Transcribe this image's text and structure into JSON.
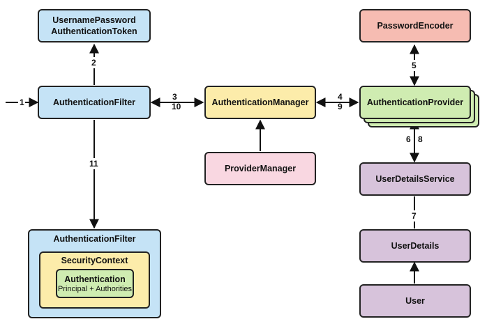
{
  "nodes": {
    "token": {
      "line1": "UsernamePassword",
      "line2": "AuthenticationToken"
    },
    "filter": {
      "label": "AuthenticationFilter"
    },
    "manager": {
      "label": "AuthenticationManager"
    },
    "provider_manager": {
      "label": "ProviderManager"
    },
    "password_encoder": {
      "label": "PasswordEncoder"
    },
    "auth_provider": {
      "label": "AuthenticationProvider"
    },
    "user_details_service": {
      "label": "UserDetailsService"
    },
    "user_details": {
      "label": "UserDetails"
    },
    "user": {
      "label": "User"
    },
    "filter_container": {
      "label": "AuthenticationFilter"
    },
    "security_context": {
      "label": "SecurityContext"
    },
    "authentication": {
      "title": "Authentication",
      "subtitle": "Principal + Authorities"
    }
  },
  "edge_labels": {
    "e1": "1",
    "e2": "2",
    "e3": "3",
    "e10": "10",
    "e4": "4",
    "e9": "9",
    "e5": "5",
    "e6": "6",
    "e8": "8",
    "e7": "7",
    "e11": "11"
  },
  "colors": {
    "blue": "#c5e3f6",
    "yellow": "#fcecaa",
    "green": "#cfecb1",
    "red": "#f6bcb2",
    "pink": "#f9d7e1",
    "purple": "#d7c3db",
    "stroke": "#222222"
  }
}
